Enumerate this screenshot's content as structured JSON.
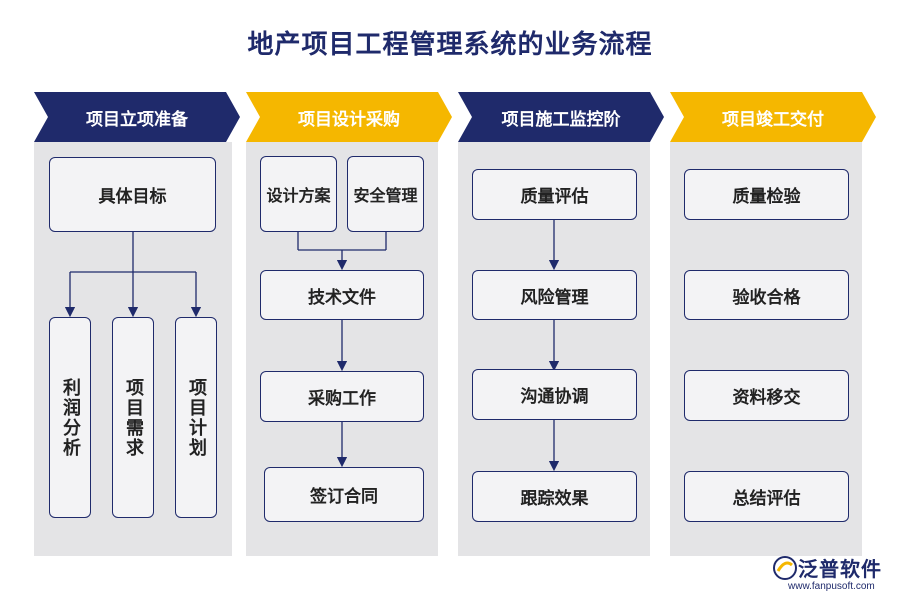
{
  "title": "地产项目工程管理系统的业务流程",
  "colors": {
    "navy": "#1f2a6b",
    "gold": "#f5b700",
    "panel": "#e4e4e6"
  },
  "phases": [
    {
      "label": "项目立项准备",
      "color": "navy"
    },
    {
      "label": "项目设计采购",
      "color": "gold"
    },
    {
      "label": "项目施工监控阶",
      "color": "navy"
    },
    {
      "label": "项目竣工交付",
      "color": "gold"
    }
  ],
  "col1": {
    "top": "具体目标",
    "subs": [
      "利润分析",
      "项目需求",
      "项目计划"
    ]
  },
  "col2": {
    "design": "设计方案",
    "safety": "安全管理",
    "items": [
      "技术文件",
      "采购工作",
      "签订合同"
    ]
  },
  "col3": {
    "items": [
      "质量评估",
      "风险管理",
      "沟通协调",
      "跟踪效果"
    ]
  },
  "col4": {
    "items": [
      "质量检验",
      "验收合格",
      "资料移交",
      "总结评估"
    ]
  },
  "logo": {
    "name": "泛普软件",
    "url": "www.fanpusoft.com",
    "icon": "fanpu-logo-icon"
  }
}
